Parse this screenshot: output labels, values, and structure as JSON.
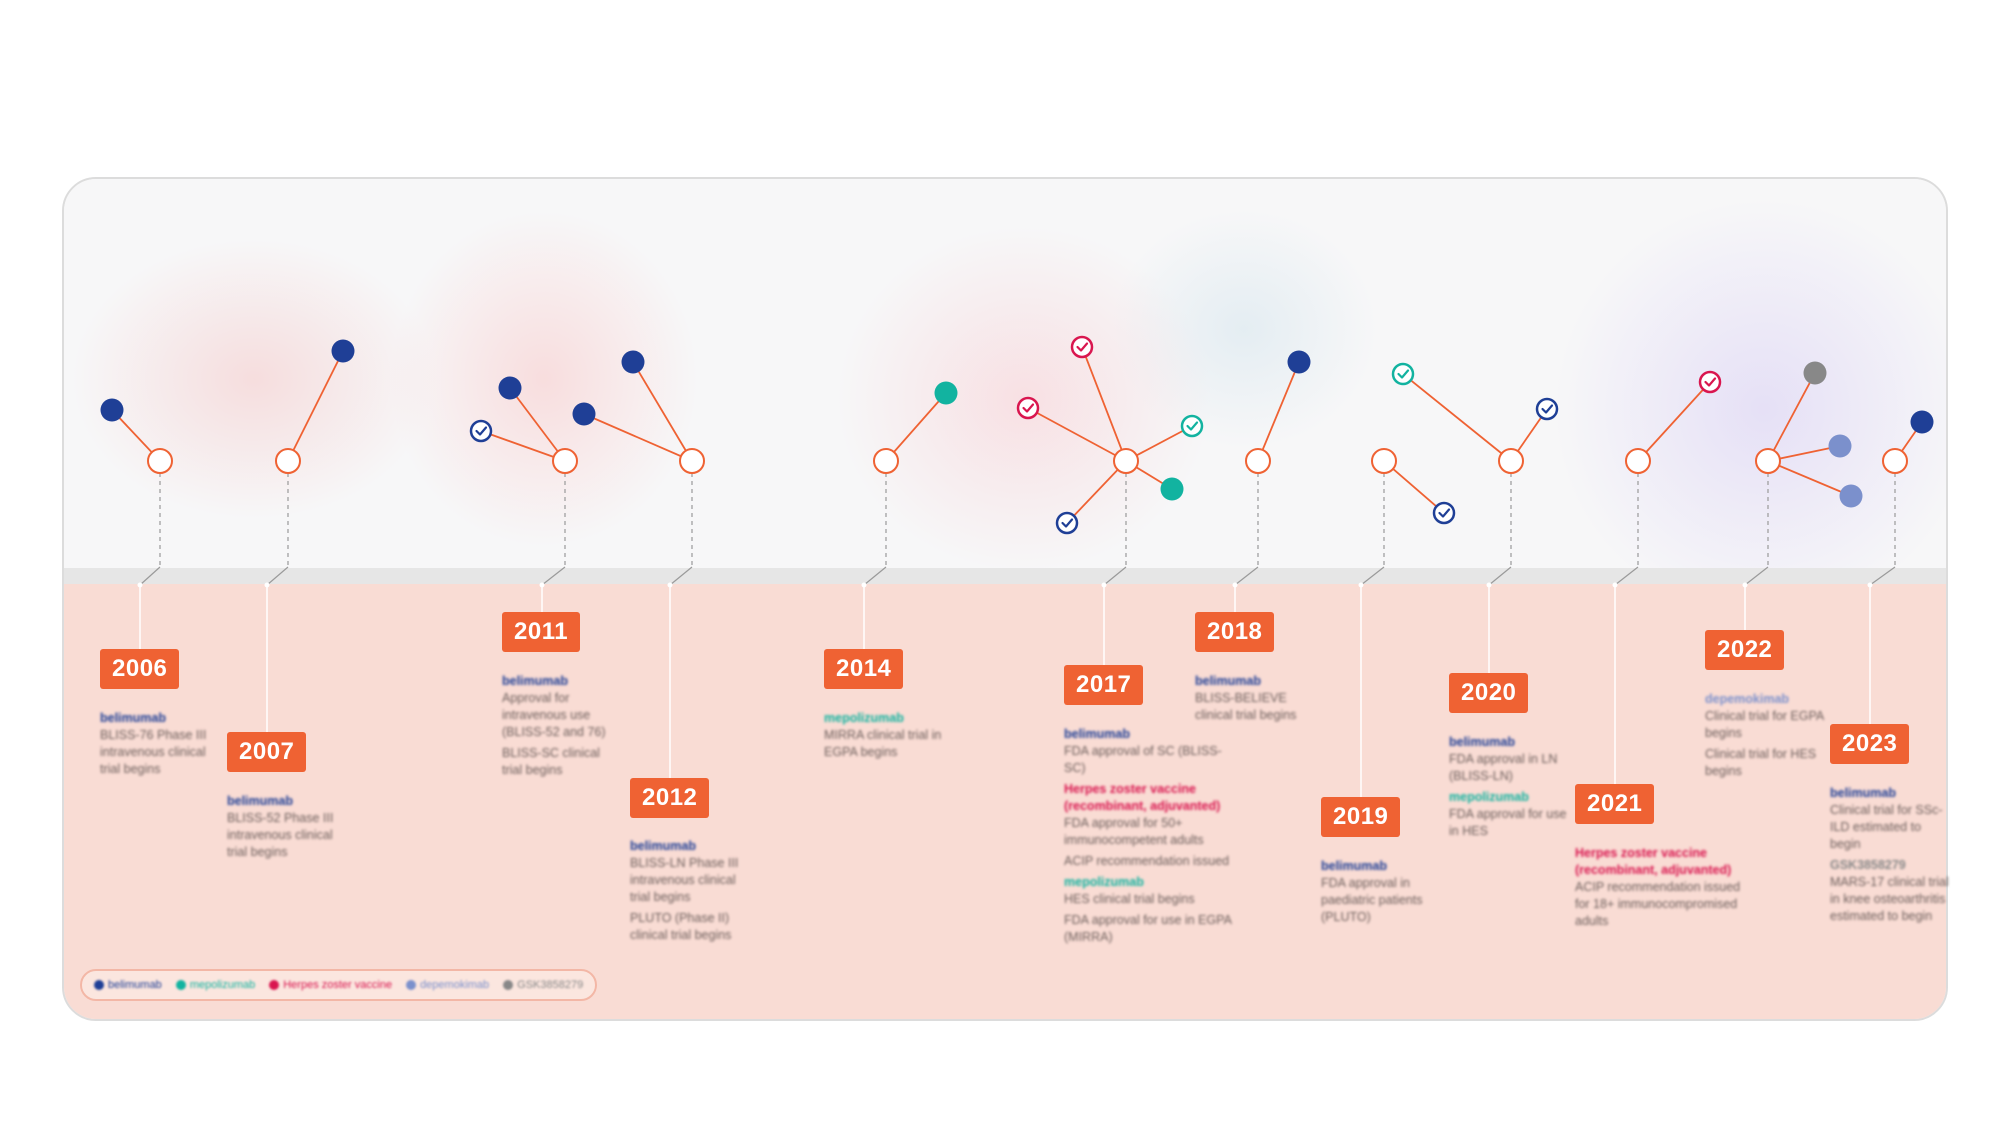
{
  "colors": {
    "belimumab": "#1f3f96",
    "mepolizumab": "#12b3a0",
    "herpes_zoster_vaccine": "#d9164f",
    "depemokimab": "#7b90cc",
    "GSK3858279": "#888888",
    "accent": "#ef6233",
    "line": "#ef6233"
  },
  "legend": [
    {
      "label": "belimumab",
      "color": "#1f3f96"
    },
    {
      "label": "mepolizumab",
      "color": "#12b3a0"
    },
    {
      "label": "Herpes zoster vaccine",
      "color": "#d9164f"
    },
    {
      "label": "depemokimab",
      "color": "#7b90cc"
    },
    {
      "label": "GSK3858279",
      "color": "#888888"
    }
  ],
  "years": [
    {
      "label": "2006",
      "entries": [
        {
          "drug": "belimumab",
          "color": "#1f3f96",
          "lines": [
            "BLISS-76 Phase III intravenous clinical trial begins"
          ]
        }
      ]
    },
    {
      "label": "2007",
      "entries": [
        {
          "drug": "belimumab",
          "color": "#1f3f96",
          "lines": [
            "BLISS-52 Phase III intravenous clinical trial begins"
          ]
        }
      ]
    },
    {
      "label": "2011",
      "entries": [
        {
          "drug": "belimumab",
          "color": "#1f3f96",
          "lines": [
            "Approval for intravenous use (BLISS-52 and 76)",
            "BLISS-SC clinical trial begins"
          ]
        }
      ]
    },
    {
      "label": "2012",
      "entries": [
        {
          "drug": "belimumab",
          "color": "#1f3f96",
          "lines": [
            "BLISS-LN Phase III intravenous clinical trial begins",
            "PLUTO (Phase II) clinical trial begins"
          ]
        }
      ]
    },
    {
      "label": "2014",
      "entries": [
        {
          "drug": "mepolizumab",
          "color": "#12b3a0",
          "lines": [
            "MIRRA clinical trial in EGPA begins"
          ]
        }
      ]
    },
    {
      "label": "2017",
      "entries": [
        {
          "drug": "belimumab",
          "color": "#1f3f96",
          "lines": [
            "FDA approval of SC (BLISS-SC)"
          ]
        },
        {
          "drug": "Herpes zoster vaccine (recombinant, adjuvanted)",
          "color": "#d9164f",
          "lines": [
            "FDA approval for 50+ immunocompetent adults",
            "ACIP recommendation issued"
          ]
        },
        {
          "drug": "mepolizumab",
          "color": "#12b3a0",
          "lines": [
            "HES clinical trial begins",
            "FDA approval for use in EGPA (MIRRA)"
          ]
        }
      ]
    },
    {
      "label": "2018",
      "entries": [
        {
          "drug": "belimumab",
          "color": "#1f3f96",
          "lines": [
            "BLISS-BELIEVE clinical trial begins"
          ]
        }
      ]
    },
    {
      "label": "2019",
      "entries": [
        {
          "drug": "belimumab",
          "color": "#1f3f96",
          "lines": [
            "FDA approval in paediatric patients (PLUTO)"
          ]
        }
      ]
    },
    {
      "label": "2020",
      "entries": [
        {
          "drug": "belimumab",
          "color": "#1f3f96",
          "lines": [
            "FDA approval in LN (BLISS-LN)"
          ]
        },
        {
          "drug": "mepolizumab",
          "color": "#12b3a0",
          "lines": [
            "FDA approval for use in HES"
          ]
        }
      ]
    },
    {
      "label": "2021",
      "entries": [
        {
          "drug": "Herpes zoster vaccine (recombinant, adjuvanted)",
          "color": "#d9164f",
          "lines": [
            "ACIP recommendation issued for 18+ immunocompromised adults"
          ]
        }
      ]
    },
    {
      "label": "2022",
      "entries": [
        {
          "drug": "depemokimab",
          "color": "#7b90cc",
          "lines": [
            "Clinical trial for EGPA begins",
            "Clinical trial for HES begins"
          ]
        }
      ]
    },
    {
      "label": "2023",
      "entries": [
        {
          "drug": "belimumab",
          "color": "#1f3f96",
          "lines": [
            "Clinical trial for SSc-ILD estimated to begin"
          ]
        },
        {
          "drug": "GSK3858279",
          "color": "#888888",
          "lines": [
            "MARS-17 clinical trial in knee osteoarthritis estimated to begin"
          ]
        }
      ]
    }
  ]
}
